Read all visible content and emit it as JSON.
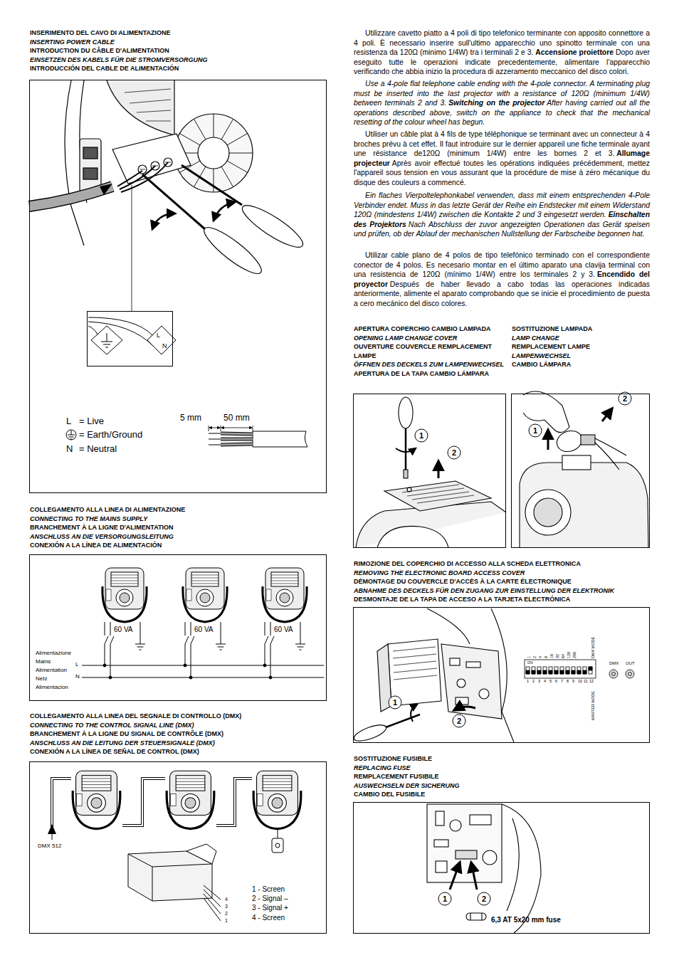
{
  "diagram": {
    "nodes": [
      {
        "text": [
          "INSERIMENTO DEL CAVO DI ALIMENTAZIONE",
          "INSERTING POWER CABLE",
          "INTRODUCTION DU CÂBLE D'ALIMENTATION",
          "EINSETZEN DES KABELS FÜR DIE STROMVERSORGUNG",
          "INTRODUCCIÓN DEL CABLE DE ALIMENTACIÓN"
        ]
      },
      {
        "text": [
          "L",
          "N"
        ],
        "in": 0
      },
      {
        "text": [
          "COLLEGAMENTO ALLA LINEA DI ALIMENTAZIONE",
          "CONNECTING TO THE MAINS SUPPLY",
          "BRANCHEMENT À LA LIGNE D'ALIMENTATION",
          "ANSCHLUSS AN DIE VERSORGUNGSLEITUNG",
          "CONEXIÓN A LA LÍNEA DE ALIMENTACIÓN"
        ]
      },
      {
        "text": [
          "COLLEGAMENTO ALLA LINEA DEL SEGNALE DI CONTROLLO (DMX)",
          "CONNECTING TO THE CONTROL SIGNAL LINE (DMX)",
          "BRANCHEMENT À LA LIGNE DU SIGNAL DE CONTRÔLE (DMX)",
          "ANSCHLUSS AN DIE LEITUNG DER STEUERSIGNALE (DMX)",
          "CONEXIÓN A LA LÍNEA DE SEÑAL DE CONTROL (DMX)"
        ]
      },
      {
        "text": [
          "APERTURA COPERCHIO CAMBIO LAMPADA",
          "OPENING LAMP CHANGE COVER",
          "OUVERTURE COUVERCLE REMPLACEMENT LAMPE",
          "ÖFFNEN DES DECKELS ZUM LAMPENWECHSEL",
          "APERTURA DE LA TAPA CAMBIO LÁMPARA"
        ]
      },
      {
        "text": [
          "SOSTITUZIONE LAMPADA",
          "LAMP CHANGE",
          "REMPLACEMENT LAMPE",
          "LAMPENWECHSEL",
          "CAMBIO LÁMPARA"
        ]
      },
      {
        "text": [
          "RIMOZIONE DEL COPERCHIO DI ACCESSO ALLA SCHEDA ELETTRONICA",
          "REMOVING THE ELECTRONIC BOARD ACCESS COVER",
          "DÉMONTAGE DU COUVERCLE D'ACCÈS À LA CARTE ÉLECTRONIQUE",
          "ABNAHME DES DECKELS FÜR DEN ZUGANG ZUR EINSTELLUNG DER ELEKTRONIK",
          "DESMONTAJE DE LA TAPA DE ACCESO A LA TARJETA ELECTRÓNICA"
        ]
      },
      {
        "text": [
          "SOSTITUZIONE FUSIBILE",
          "REPLACING FUSE",
          "REMPLACEMENT FUSIBILE",
          "AUSWECHSELN DER SICHERUNG",
          "CAMBIO DEL FUSIBILE"
        ]
      }
    ],
    "labels": [
      "L",
      "= Live",
      "= Earth/Ground",
      "N",
      "= Neutral",
      "5 mm",
      "50 mm",
      "60 VA",
      "60 VA",
      "60 VA",
      "Alimentazione",
      "Mains",
      "Alimentation",
      "Netz",
      "Alimentacion",
      "L",
      "N",
      "DMX 512",
      "4",
      "3",
      "2",
      "1",
      "1 - Screen",
      "2 - Signal –",
      "3 - Signal +",
      "4 - Screen",
      "Utilizzare cavetto piatto a 4 poli di tipo telefonico terminante con apposito connettore a 4 poli. È necessario inserire sull'ultimo apparecchio uno spinotto terminale con una resistenza da 120Ω (minimo 1/4W) tra i terminali 2 e 3.",
      "Accensione proiettore",
      "Dopo aver eseguito tutte le operazioni indicate precedentemente, alimentare l'apparecchio verificando che abbia inizio la procedura di azzeramento meccanico del disco colori.",
      "Use a 4-pole flat telephone cable ending with the 4-pole connector. A terminating plug must be inserted into the last projector with a resistance of 120Ω (minimum 1/4W) between terminals 2 and 3.",
      "Switching on the projector",
      "After having carried out all the operations described above, switch on the appliance to check that the mechanical resetting of the colour wheel has begun.",
      "Utiliser un câble plat à 4 fils de type téléphonique se terminant avec un connecteur à 4 broches prévu à cet effet. Il faut introduire sur le dernier appareil une fiche terminale ayant une résistance de120Ω (minimum 1/4W) entre les bornes 2 et 3.",
      "Allumage projecteur",
      "Après avoir effectué toutes les opérations indiquées précédemment, mettez l'appareil sous tension en vous assurant que la procédure de mise à zéro mécanique du disque des couleurs a commencé.",
      "Ein flaches Vierpoltelephonkabel verwenden, dass mit einem entsprechenden 4-Pole Verbinder endet. Muss in das letzte Gerät der Reihe ein Endstecker mit einem Widerstand 120Ω (mindestens 1/4W) zwischen die Kontakte 2 und 3 eingesetzt werden.",
      "Einschalten des Projektors",
      "Nach Abschluss der zuvor angezeigten Operationen das Gerät speisen und prüfen, ob der Ablauf der mechanischen Nullstellung der Farbscheibe begonnen hat.",
      "Utilizar cable plano de 4 polos de tipo telefónico terminado con el correspondiente conector de 4 polos. Es necesario montar en el último aparato una clavija terminal con una resistencia de 120Ω (mínimo 1/4W) entre los terminales 2 y 3.",
      "Encendido del proyector",
      "Después de haber llevado a cabo todas las operaciones indicadas anteriormente, alimente el aparato comprobando que se inicie el procedimiento de puesta a cero mecánico del disco colores.",
      "1",
      "2",
      "1",
      "2",
      "1",
      "2",
      "4",
      "8",
      "16",
      "32",
      "64",
      "128",
      "256",
      "DMX MODE",
      "ON",
      "1",
      "2",
      "3",
      "4",
      "5",
      "6",
      "7",
      "8",
      "9",
      "10",
      "11",
      "12",
      "MASTER MODE",
      "DMX",
      "OUT",
      "1",
      "2",
      "1",
      "2",
      "6,3 AT 5x20 mm fuse"
    ]
  }
}
